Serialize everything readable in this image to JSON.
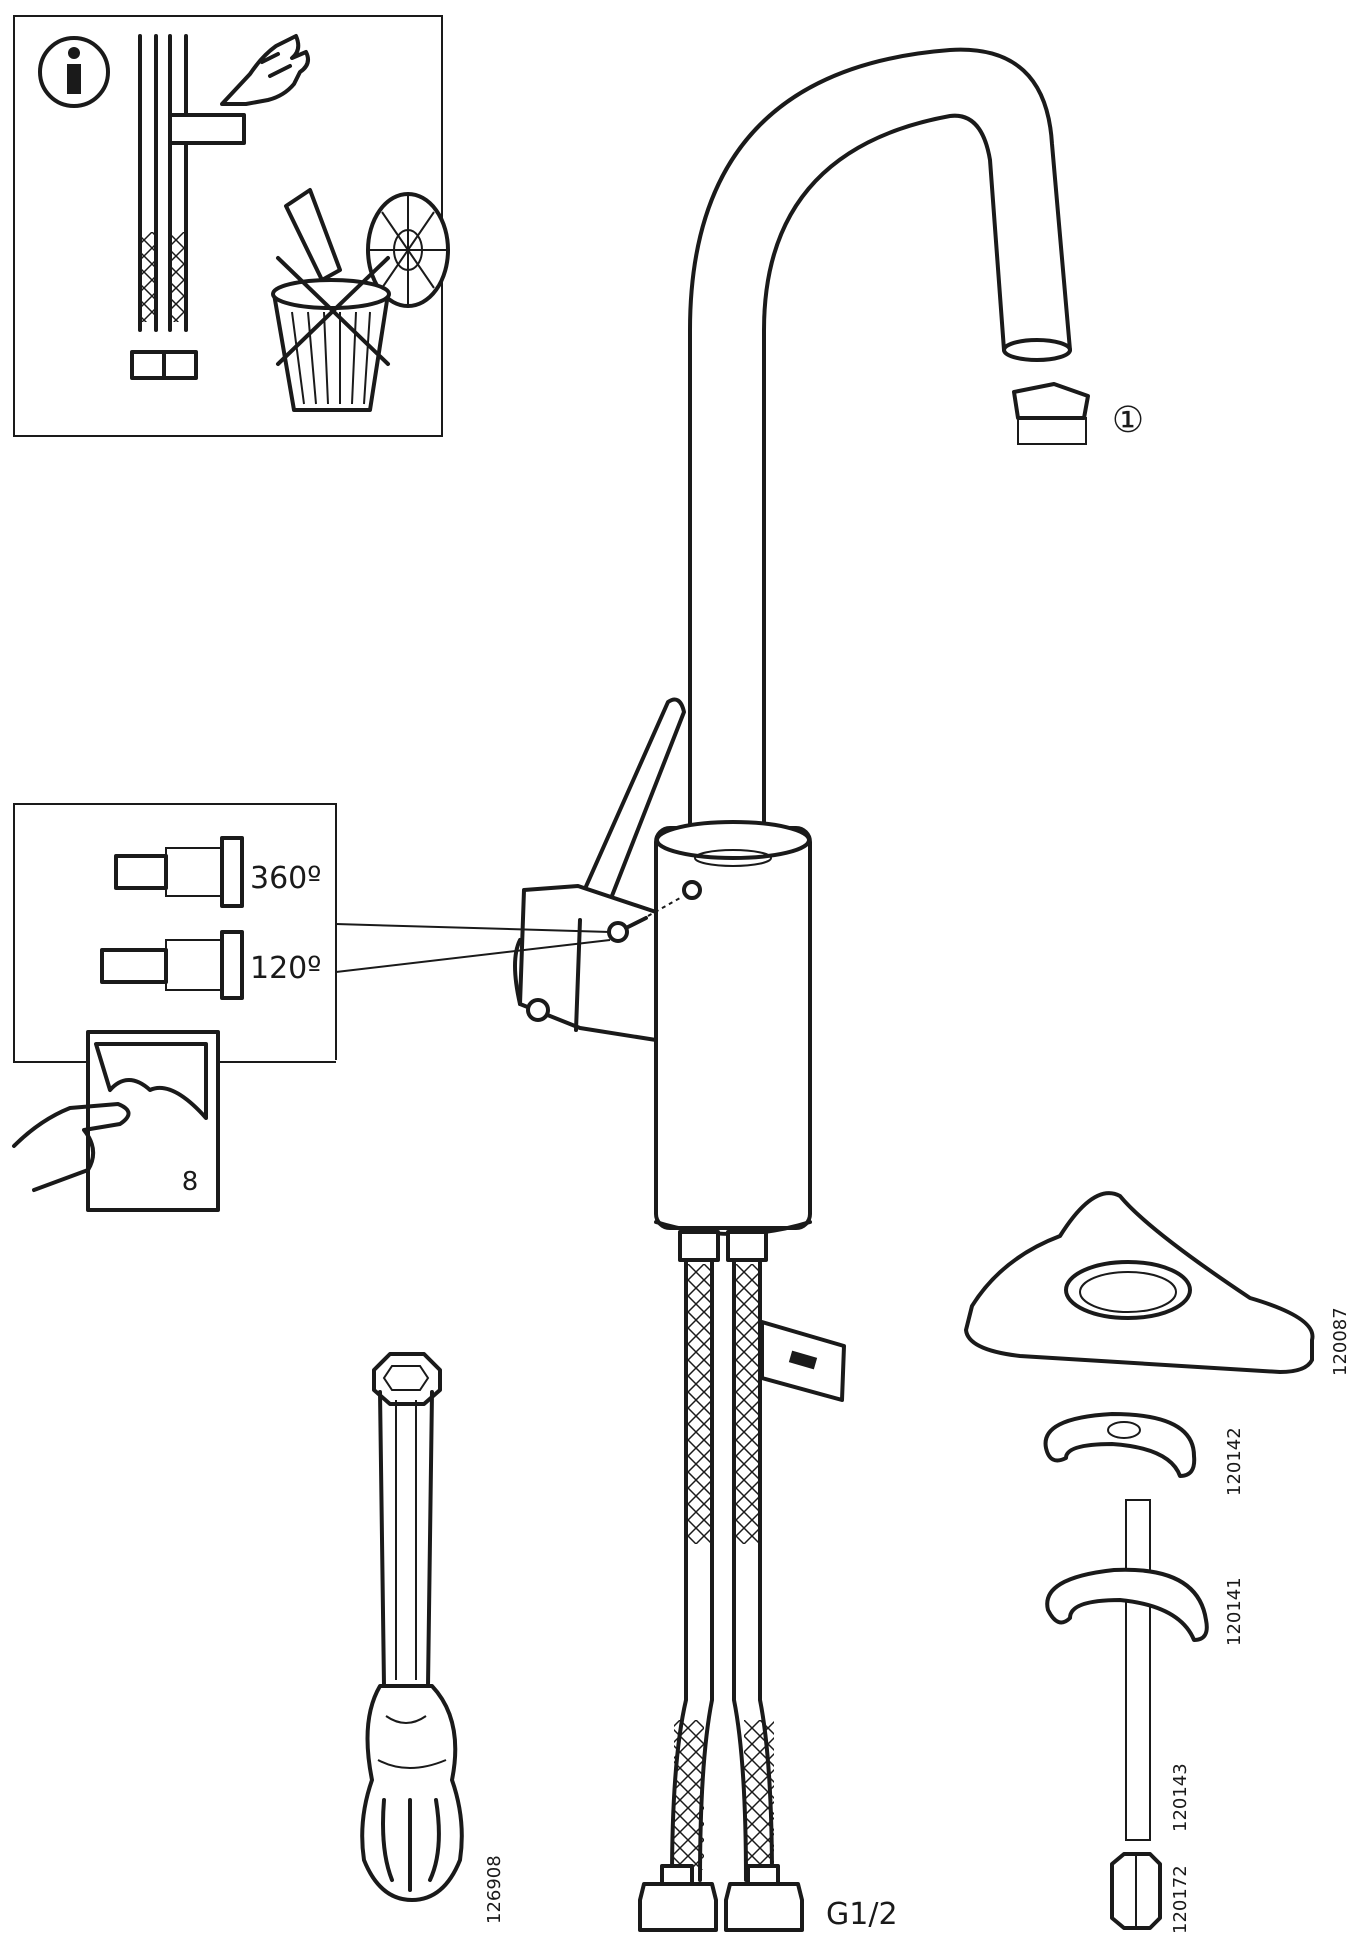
{
  "info_box": {
    "icon": "info-icon"
  },
  "aerator": {
    "callout": "①"
  },
  "cartridge_box": {
    "option_a": "360º",
    "option_b": "120º"
  },
  "page_ref": {
    "number": "8"
  },
  "part_numbers": {
    "base_plate": "120087",
    "washer_small": "120142",
    "washer_large": "120141",
    "threaded_rod": "120143",
    "nut": "120172",
    "tool": "126908"
  },
  "hose": {
    "thread_size": "G1/2"
  },
  "colors": {
    "ink": "#1a1a1a",
    "paper": "#ffffff"
  }
}
